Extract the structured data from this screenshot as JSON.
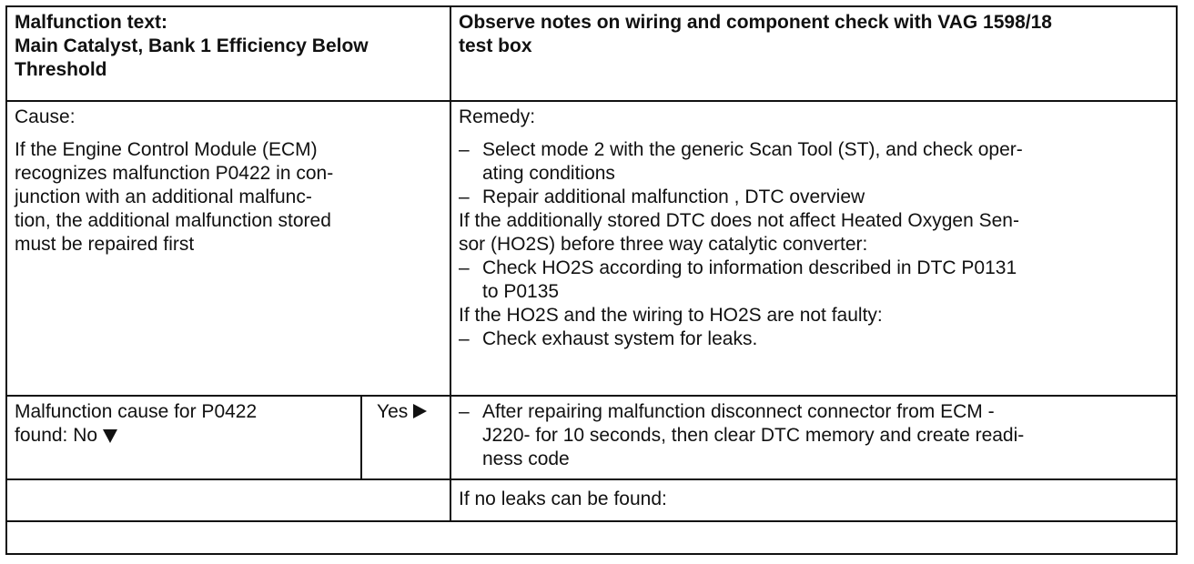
{
  "header": {
    "left_label": "Malfunction text:",
    "left_title_line1": "Main Catalyst, Bank 1 Efficiency Below",
    "left_title_line2": "Threshold",
    "right_line1": "Observe notes on wiring and component check with VAG 1598/18",
    "right_line2": "test box"
  },
  "cause": {
    "label": "Cause:",
    "lines": [
      "If the Engine Control Module (ECM)",
      "recognizes malfunction P0422 in con-",
      "junction with an additional malfunc-",
      "tion, the additional malfunction stored",
      "must be repaired first"
    ]
  },
  "remedy": {
    "label": "Remedy:",
    "dash": "–",
    "item1_line1": "Select mode 2 with the generic Scan Tool (ST), and check oper-",
    "item1_line2": "ating conditions",
    "item2": "Repair additional malfunction  , DTC overview",
    "cond1_line1": "If the additionally stored DTC does not affect Heated Oxygen Sen-",
    "cond1_line2": "sor (HO2S) before three way catalytic converter:",
    "item3_line1": "Check HO2S according to information described in DTC P0131",
    "item3_line2": "to P0135",
    "cond2": "If the HO2S and the wiring to HO2S are not faulty:",
    "item4": "Check exhaust system for leaks."
  },
  "result": {
    "question_line1": "Malfunction cause for P0422",
    "question_line2": "found: No",
    "yes_label": "Yes",
    "action_line1": "After repairing malfunction disconnect connector from ECM -",
    "action_line2": "J220- for 10 seconds, then clear DTC memory and create readi-",
    "action_line3": "ness code"
  },
  "no_leaks": {
    "text": "If no leaks can be found:"
  }
}
